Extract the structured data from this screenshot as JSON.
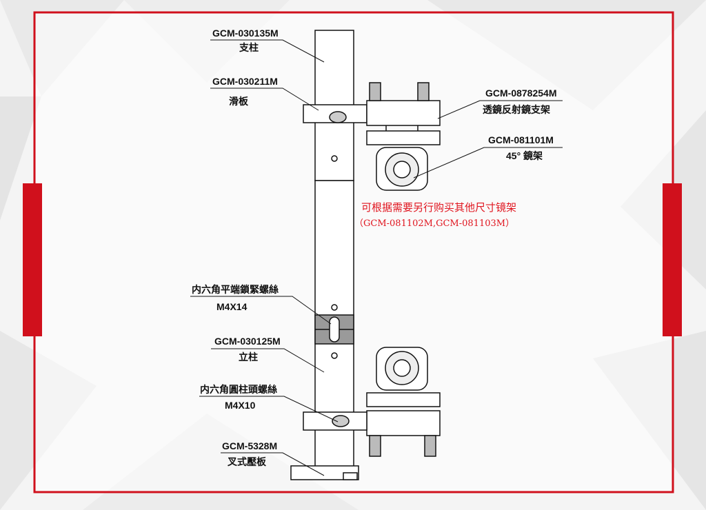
{
  "colors": {
    "frame": "#d0101c",
    "note": "#e0141e",
    "ink": "#111111",
    "background": "#f2f2f2"
  },
  "labels": {
    "pillar_top": {
      "code": "GCM-030135M",
      "name": "支柱"
    },
    "slide_plate": {
      "code": "GCM-030211M",
      "name": "滑板"
    },
    "lens_holder_mount": {
      "code": "GCM-0878254M",
      "name": "透鏡反射鏡支架"
    },
    "mirror_mount": {
      "code": "GCM-081101M",
      "name": "45° 鏡架"
    },
    "set_screw": {
      "code": "内六角平端鎖緊螺絲",
      "name": "M4X14"
    },
    "pillar_bottom": {
      "code": "GCM-030125M",
      "name": "立柱"
    },
    "cap_screw": {
      "code": "内六角圓柱頭螺絲",
      "name": "M4X10"
    },
    "fork_clamp": {
      "code": "GCM-5328M",
      "name": "叉式壓板"
    }
  },
  "note": {
    "line1": "可根据需要另行购买其他尺寸镜架",
    "line2": "（GCM-081102M,GCM-081103M）"
  }
}
